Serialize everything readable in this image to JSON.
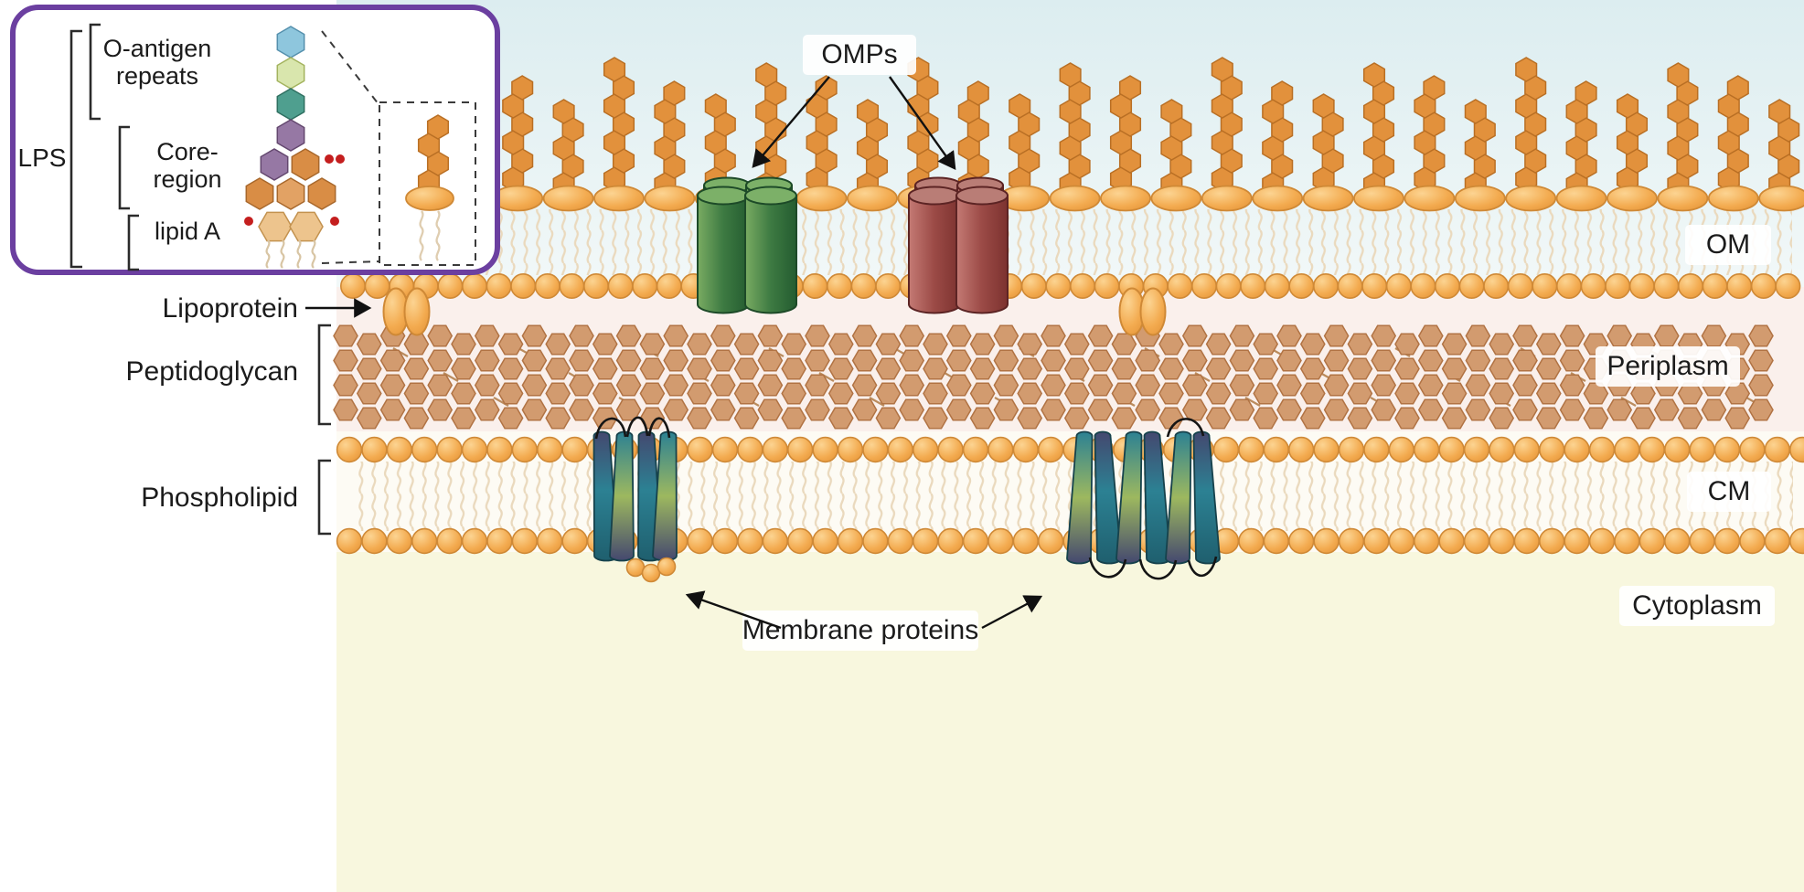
{
  "colors": {
    "inset_border_purple": "#6b3fa0",
    "lps_sugar_orange": "#e2913c",
    "lipid_head_orange": "#f3ab50",
    "peptidoglycan_tan": "#d29b6f",
    "omp_green": "#3d7a42",
    "omp_maroon": "#9b4a46",
    "membrane_protein_teal": "#2c8193",
    "phosphate_red": "#c41e1e",
    "extracellular_blue": "#dcedf0",
    "periplasm_pink": "#faf0ec",
    "cm_band_white": "#fdfbf4",
    "cytoplasm_yellow": "#f8f7de"
  },
  "inset": {
    "lps": "LPS",
    "o_antigen_line1": "O-antigen",
    "o_antigen_line2": "repeats",
    "core_line1": "Core-",
    "core_line2": "region",
    "lipid_a": "lipid A"
  },
  "labels": {
    "omps": "OMPs",
    "om": "OM",
    "lipoprotein": "Lipoprotein",
    "peptidoglycan": "Peptidoglycan",
    "periplasm": "Periplasm",
    "phospholipid": "Phospholipid",
    "cm": "CM",
    "cytoplasm": "Cytoplasm",
    "membrane_proteins": "Membrane proteins"
  }
}
